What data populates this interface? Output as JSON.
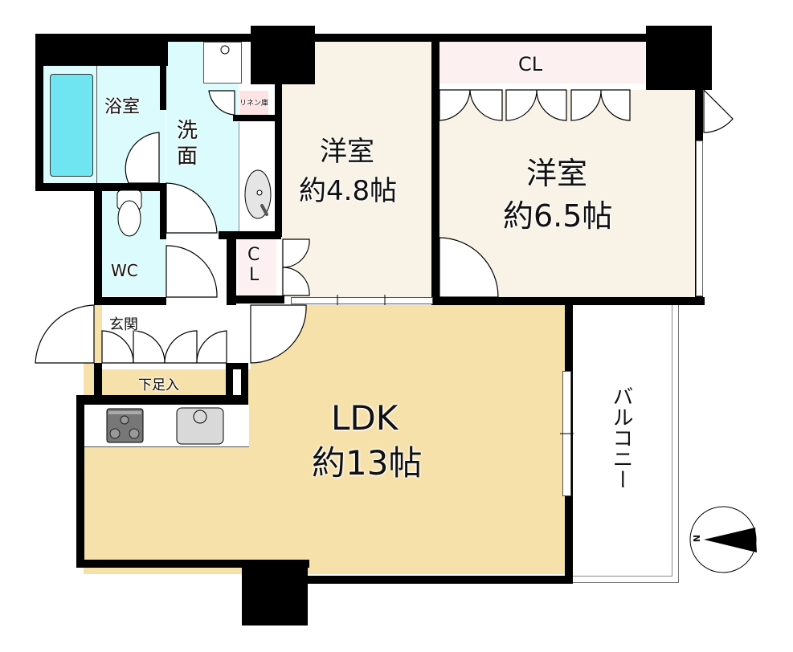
{
  "floorplan": {
    "rooms": {
      "bath": {
        "label": "浴室"
      },
      "washroom": {
        "label_line1": "洗",
        "label_line2": "面"
      },
      "linen": {
        "label": "リネン庫"
      },
      "western_small": {
        "name": "洋室",
        "size": "約4.8帖"
      },
      "western_large": {
        "name": "洋室",
        "size": "約6.5帖"
      },
      "closet_top": {
        "label": "CL"
      },
      "closet_small": {
        "label_line1": "C",
        "label_line2": "L"
      },
      "wc": {
        "label": "WC"
      },
      "entrance": {
        "label": "玄関"
      },
      "shoe_box": {
        "label": "下足入"
      },
      "ldk": {
        "name": "LDK",
        "size": "約13帖"
      },
      "balcony": {
        "label": "バルコニー"
      }
    },
    "compass": {
      "label": "N"
    },
    "colors": {
      "wall": "#000000",
      "wet_area": "#dcfbfc",
      "bathtub": "#6ee5f0",
      "western": "#f8f3e6",
      "ldk": "#f6e1aa",
      "closet": "#fdf0f0",
      "entrance_tile": "#e8e8e8",
      "appliance": "#d9d9d9"
    }
  }
}
